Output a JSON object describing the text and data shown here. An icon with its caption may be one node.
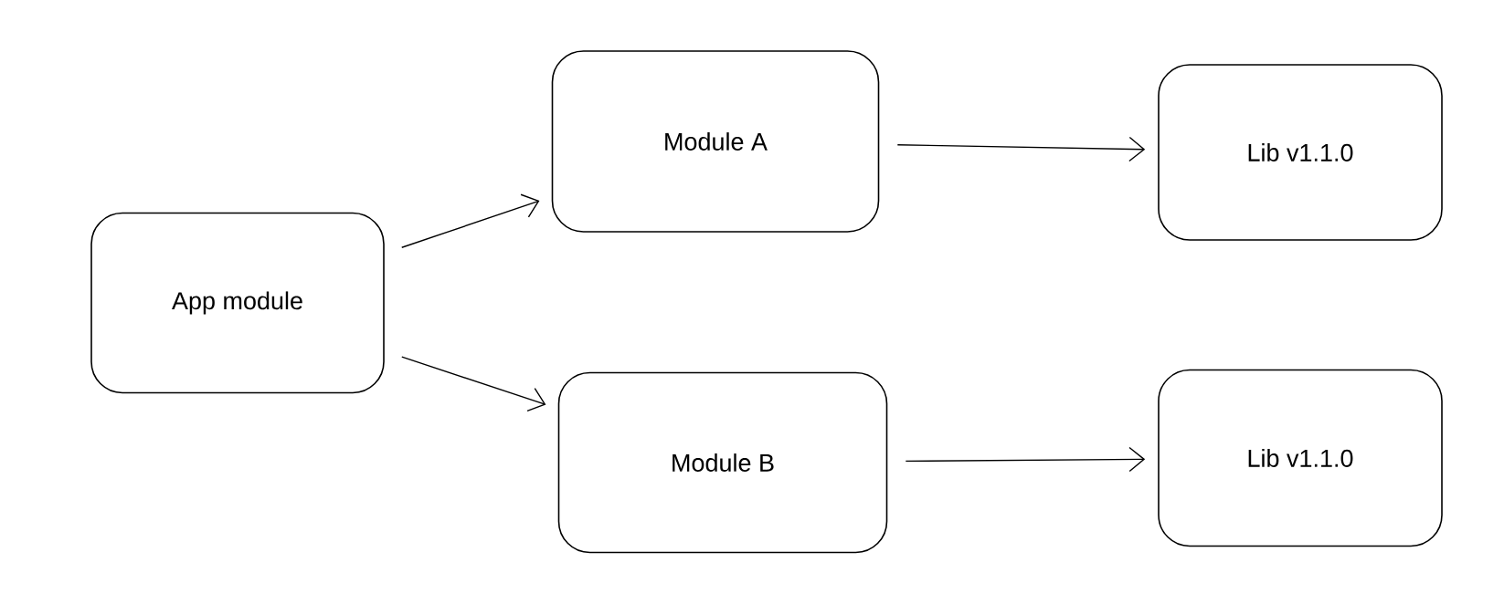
{
  "diagram": {
    "nodes": [
      {
        "text": [
          "App module"
        ]
      },
      {
        "text": [
          "Module A"
        ]
      },
      {
        "text": [
          "Module B"
        ]
      },
      {
        "text": [
          "Lib v1.1.0"
        ]
      },
      {
        "text": [
          "Lib v1.1.0"
        ]
      }
    ],
    "edges": [
      {
        "from": 0,
        "to": 1,
        "arrow": "to"
      },
      {
        "from": 0,
        "to": 2,
        "arrow": "to"
      },
      {
        "from": 1,
        "to": 3,
        "arrow": "to"
      },
      {
        "from": 2,
        "to": 4,
        "arrow": "to"
      }
    ]
  }
}
